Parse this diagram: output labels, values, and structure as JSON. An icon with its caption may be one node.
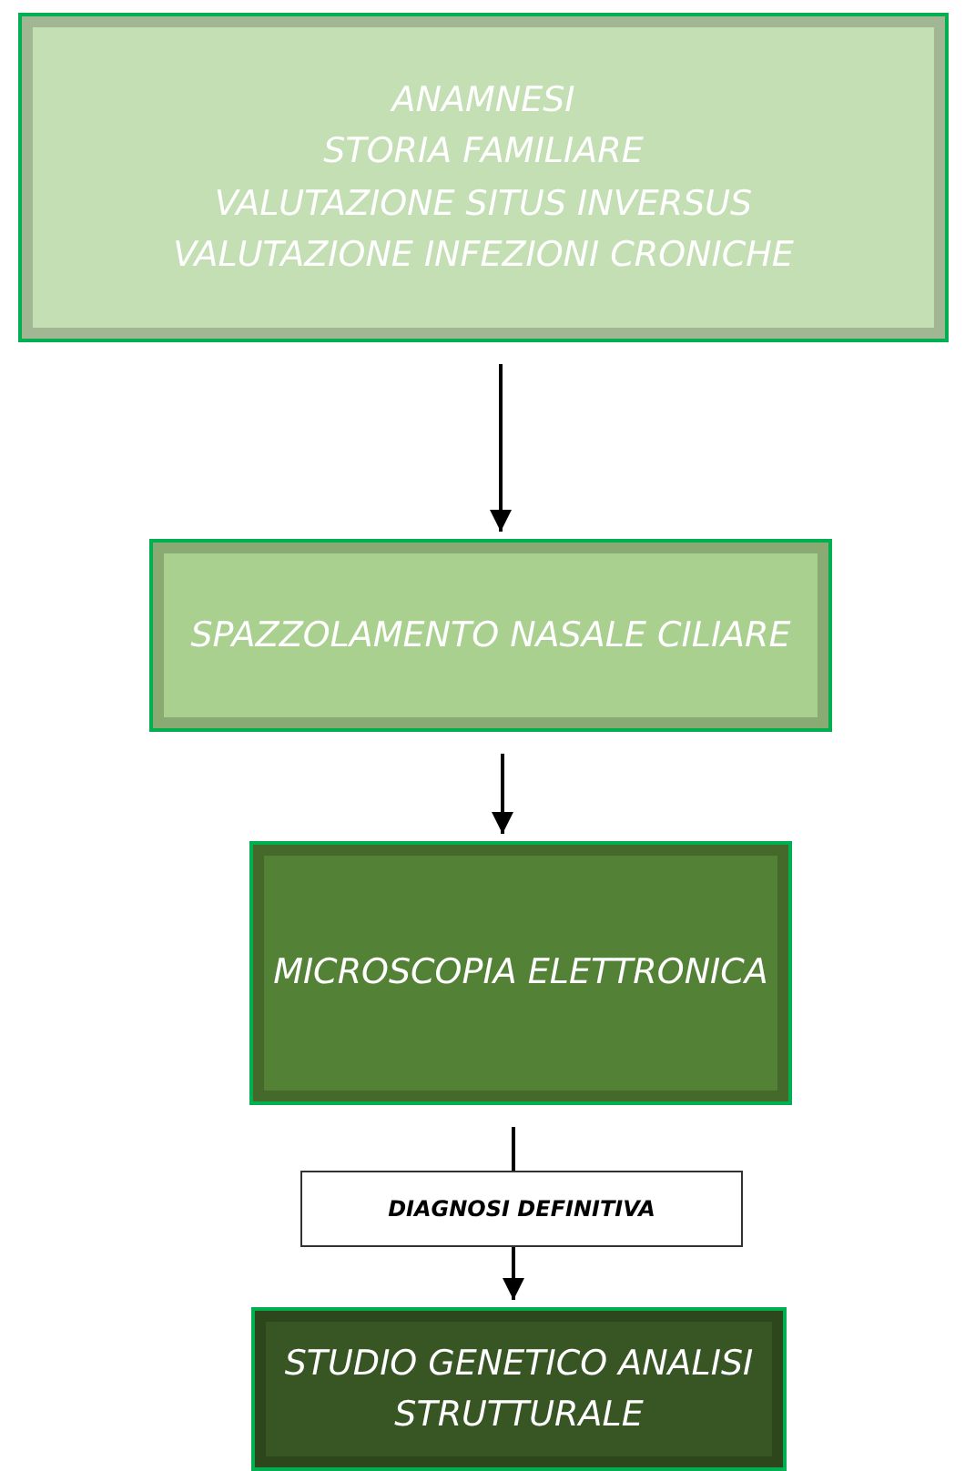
{
  "diagram": {
    "nodes": [
      {
        "text": [
          "ANAMNESI",
          "STORIA FAMILIARE",
          "VALUTAZIONE SITUS INVERSUS",
          "VALUTAZIONE INFEZIONI CRONICHE"
        ]
      },
      {
        "text": [
          "SPAZZOLAMENTO NASALE CILIARE"
        ]
      },
      {
        "text": [
          "MICROSCOPIA ELETTRONICA"
        ]
      },
      {
        "text": [
          "STUDIO GENETICO ANALISI STRUTTURALE"
        ]
      }
    ],
    "edges": [
      {
        "from": 0,
        "to": 1,
        "arrow": "to"
      },
      {
        "from": 1,
        "to": 2,
        "arrow": "to"
      },
      {
        "from": 2,
        "to": 3,
        "arrow": "to",
        "label": "DIAGNOSI DEFINITIVA"
      }
    ]
  }
}
